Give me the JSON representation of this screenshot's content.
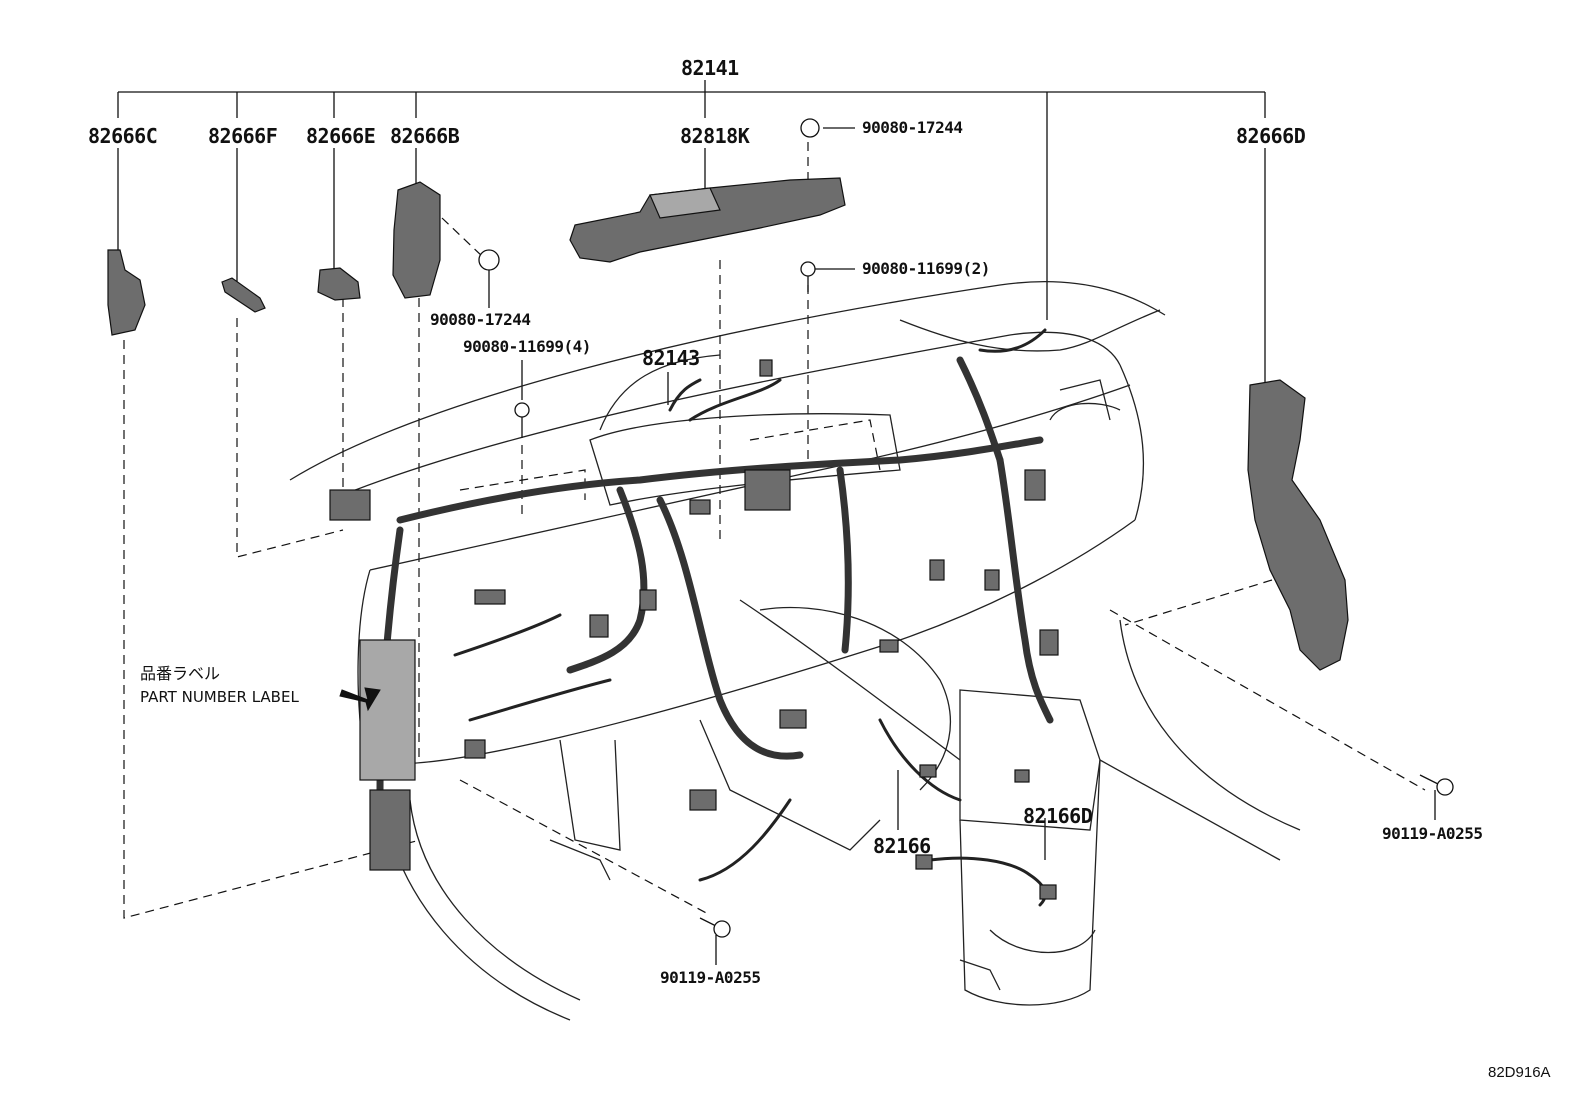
{
  "diagram_id": "82D916A",
  "main_part": "82141",
  "callouts": {
    "c82666C": "82666C",
    "c82666F": "82666F",
    "c82666E": "82666E",
    "c82666B": "82666B",
    "c82818K": "82818K",
    "c82666D": "82666D",
    "c82143": "82143",
    "c82166": "82166",
    "c82166D": "82166D",
    "bolt_17244_top": "90080-17244",
    "bolt_17244_left": "90080-17244",
    "bolt_11699_2": "90080-11699(2)",
    "bolt_11699_4": "90080-11699(4)",
    "bolt_a0255_right": "90119-A0255",
    "bolt_a0255_bottom": "90119-A0255"
  },
  "part_number_label": {
    "jp": "品番ラベル",
    "en": "PART NUMBER LABEL"
  }
}
